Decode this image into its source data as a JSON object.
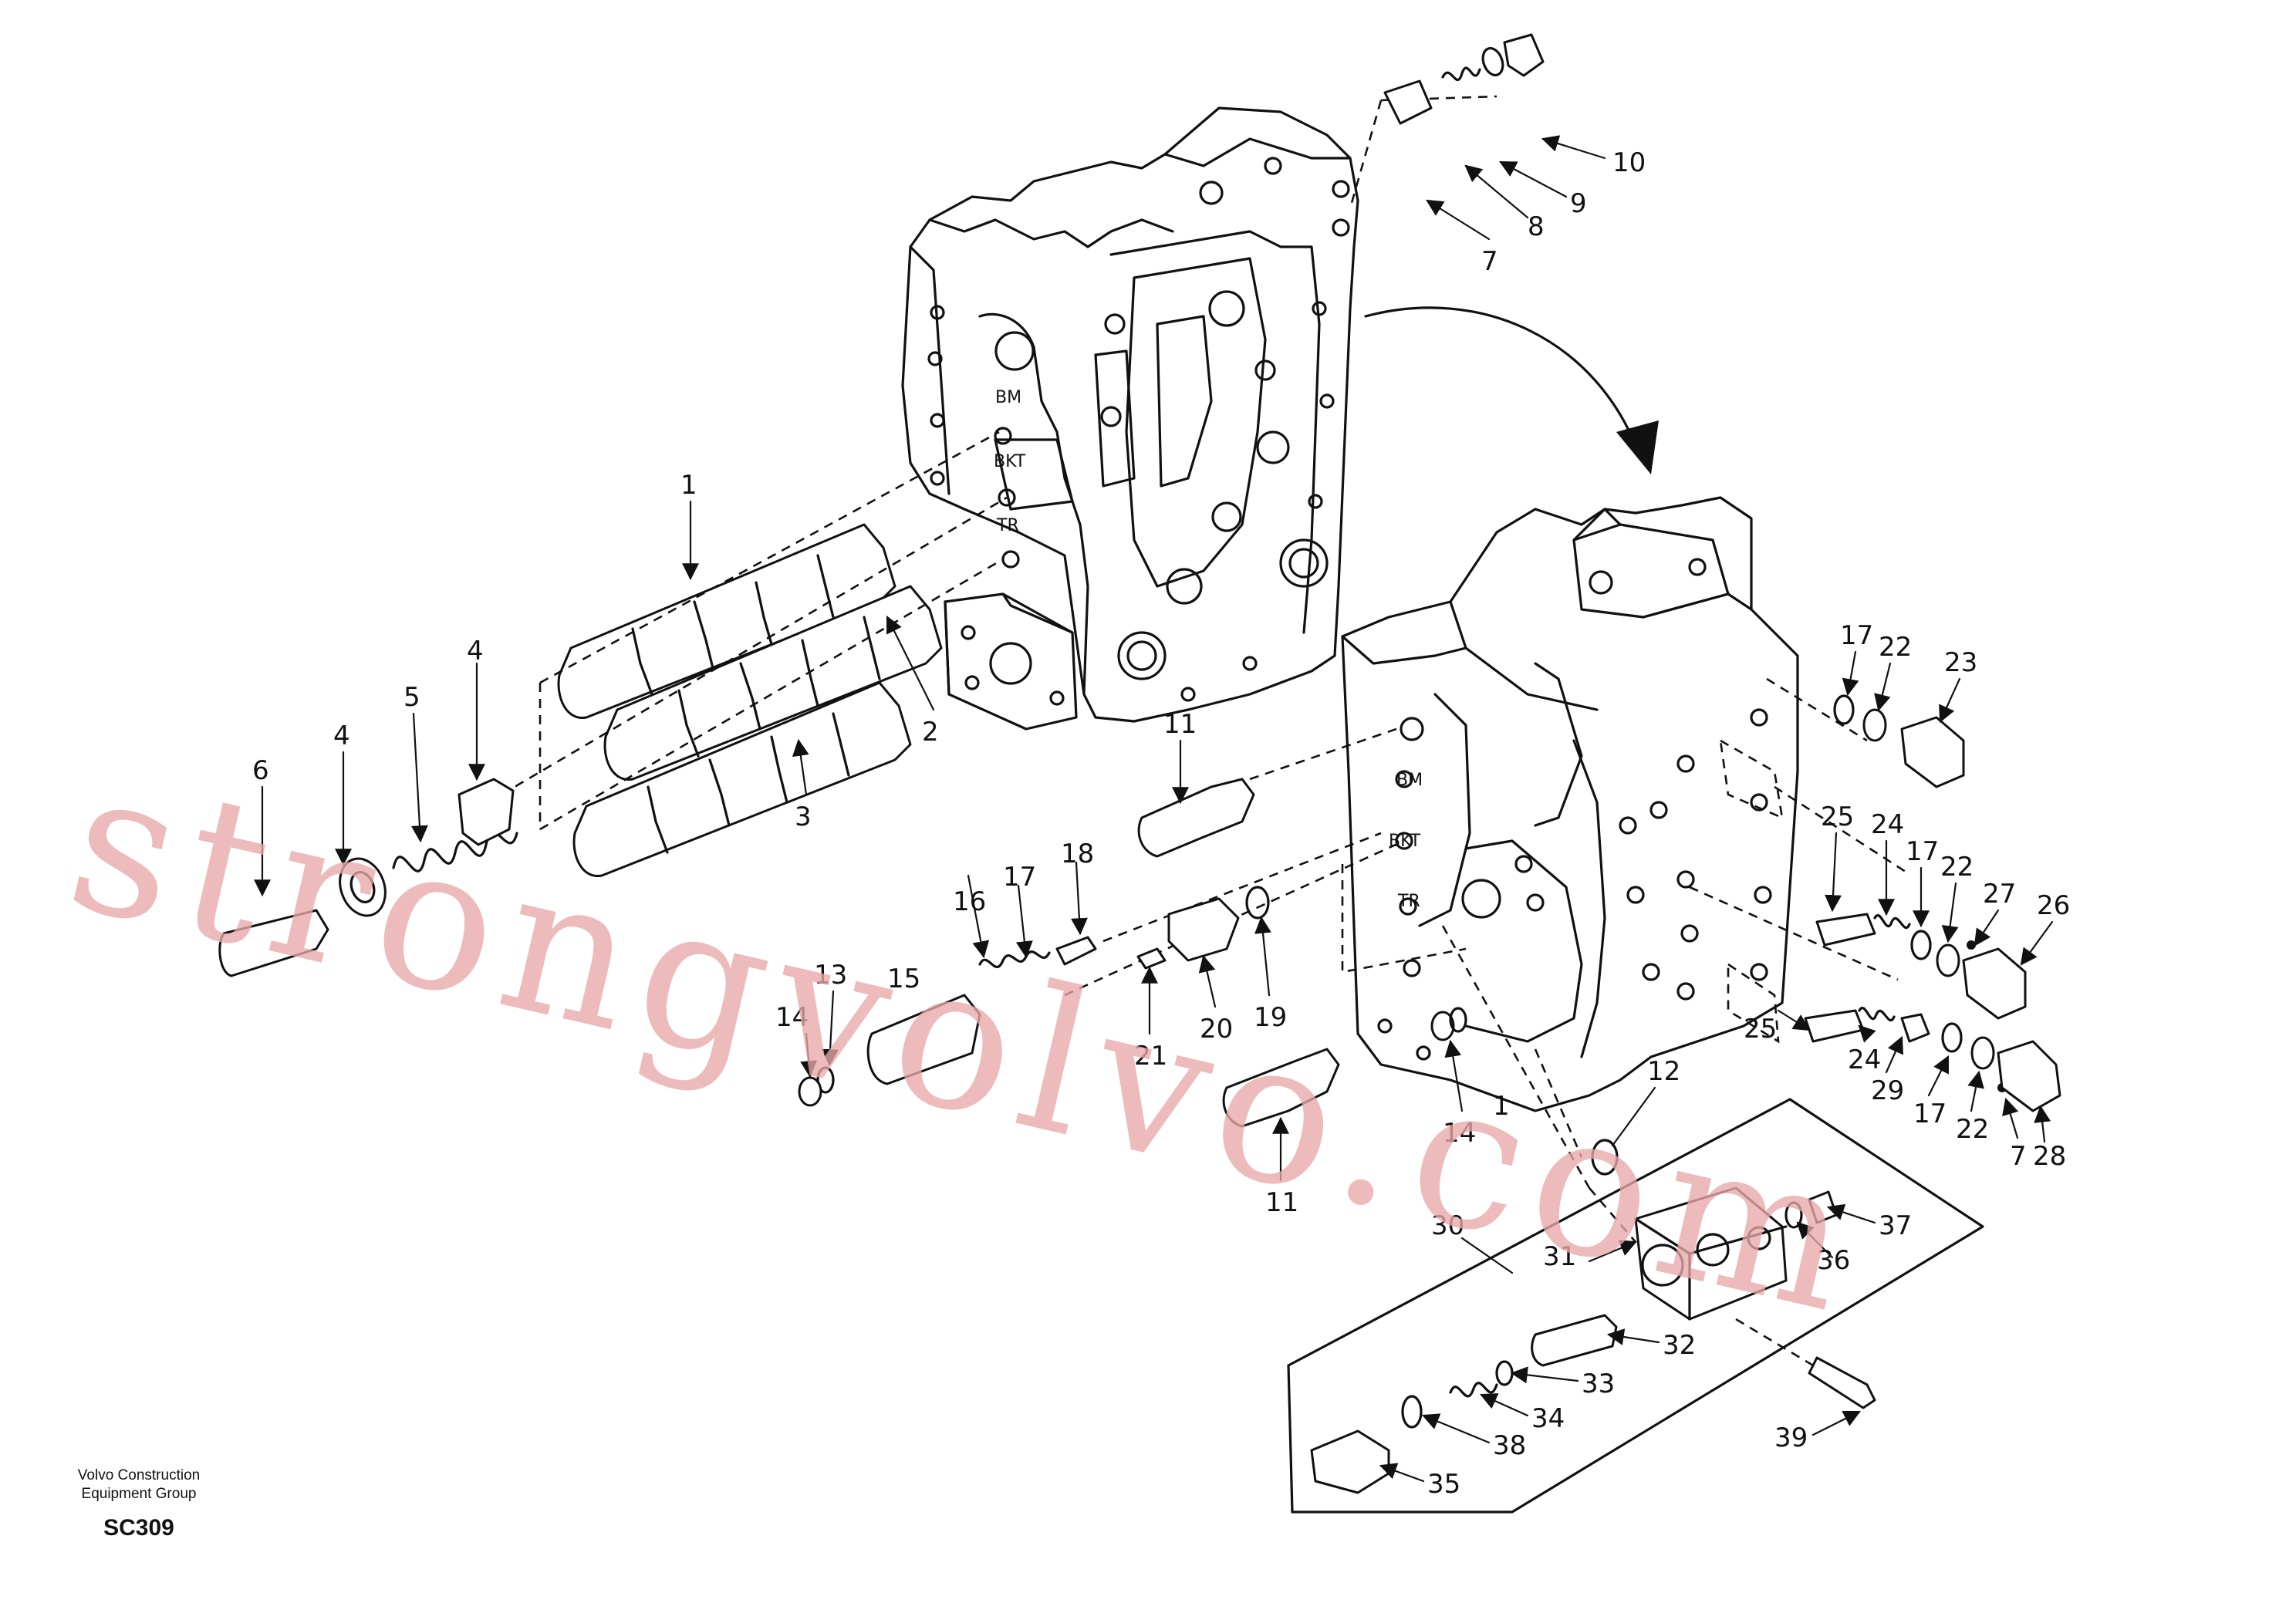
{
  "diagram": {
    "port_labels_upper": [
      "BM",
      "BKT",
      "TR"
    ],
    "port_labels_lower": [
      "BM",
      "BKT",
      "TR"
    ],
    "callouts": [
      "1",
      "2",
      "3",
      "4",
      "4",
      "5",
      "6",
      "7",
      "8",
      "9",
      "10",
      "11",
      "11",
      "12",
      "13",
      "14",
      "14",
      "1",
      "15",
      "16",
      "17",
      "18",
      "19",
      "20",
      "21",
      "17",
      "22",
      "23",
      "25",
      "24",
      "17",
      "22",
      "27",
      "26",
      "25",
      "24",
      "29",
      "17",
      "22",
      "7",
      "28",
      "30",
      "31",
      "32",
      "33",
      "34",
      "35",
      "36",
      "37",
      "38",
      "39"
    ]
  },
  "footer": {
    "company_line1": "Volvo Construction",
    "company_line2": "Equipment Group",
    "code": "SC309"
  },
  "watermark": {
    "text": "strongvolvo.com"
  }
}
